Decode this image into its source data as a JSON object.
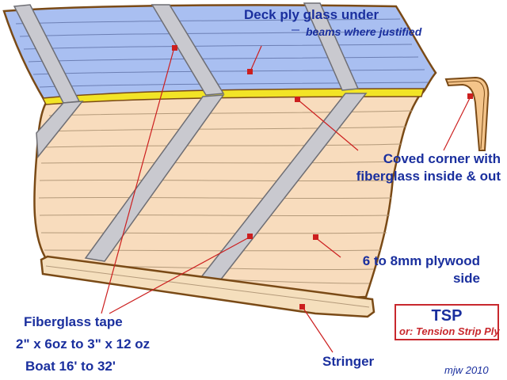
{
  "labels": {
    "deck_line1": "Deck ply glass under",
    "deck_line2": "beams where justified",
    "coved_line1": "Coved corner with",
    "coved_line2": "fiberglass inside & out",
    "plywood_line1": "6 to 8mm plywood",
    "plywood_line2": "side",
    "tape_line1": "Fiberglass tape",
    "tape_line2": "2\" x 6oz to 3\" x 12 oz",
    "tape_line3": "Boat 16' to 32'",
    "stringer": "Stringer"
  },
  "tsp": {
    "title": "TSP",
    "subtitle": "or: Tension Strip Ply"
  },
  "credit": "mjw 2010",
  "colors": {
    "deck": "#a9bff1",
    "plywood": "#f8dcbd",
    "strip": "#c9c9cf",
    "yellow_edge": "#f2e426",
    "outline": "#7a4a16",
    "label": "#1a2f9e",
    "leader": "#cc1f1f"
  }
}
